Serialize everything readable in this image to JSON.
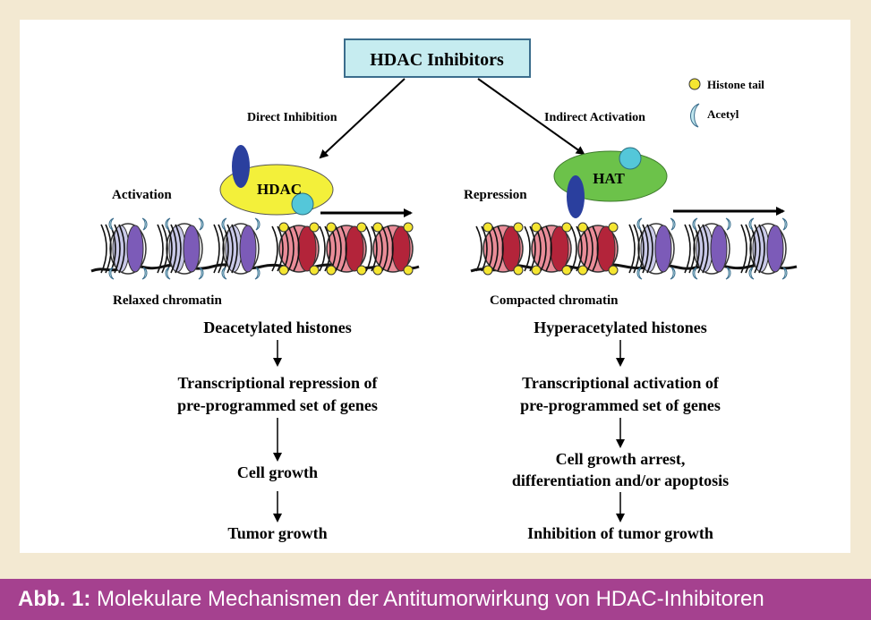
{
  "diagram": {
    "top_box": "HDAC Inhibitors",
    "legend": {
      "histone_tail": "Histone tail",
      "acetyl": "Acetyl"
    },
    "left": {
      "arrow_label": "Direct Inhibition",
      "enzyme": "HDAC",
      "state": "Activation",
      "chromatin": "Relaxed chromatin",
      "steps": [
        [
          "Deacetylated histones"
        ],
        [
          "Transcriptional repression of",
          "pre-programmed set of genes"
        ],
        [
          "Cell growth"
        ],
        [
          "Tumor growth"
        ]
      ]
    },
    "right": {
      "arrow_label": "Indirect Activation",
      "enzyme": "HAT",
      "state": "Repression",
      "chromatin": "Compacted chromatin",
      "steps": [
        [
          "Hyperacetylated histones"
        ],
        [
          "Transcriptional activation of",
          "pre-programmed set of genes"
        ],
        [
          "Cell growth arrest,",
          "differentiation and/or apoptosis"
        ],
        [
          "Inhibition of tumor growth"
        ]
      ]
    }
  },
  "caption": {
    "number": "Abb. 1:",
    "text": " Molekulare Mechanismen der Antitumorwirkung von HDAC-Inhibitoren"
  },
  "colors": {
    "page_bg": "#f3e9d2",
    "caption_bg": "#a5418f",
    "top_box_bg": "#c6ecf0",
    "top_box_border": "#3b6d8c",
    "hdac_fill": "#f3f03a",
    "hat_fill": "#6cc24a",
    "blue_oval": "#2a3f9e",
    "cyan_circle": "#54c7d9",
    "nucleosome_open": "#7c5bb8",
    "nucleosome_closed": "#b3243a",
    "histone_tail_dot": "#f4e531"
  }
}
